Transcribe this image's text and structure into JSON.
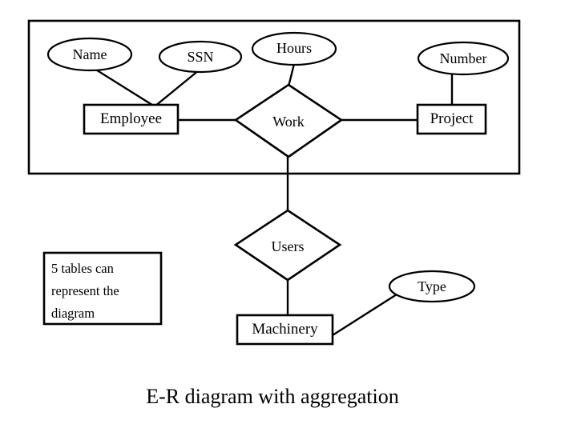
{
  "diagram": {
    "caption": "E-R diagram with aggregation",
    "note": {
      "line1": "5 tables can",
      "line2": "represent the",
      "line3": "diagram",
      "full_text": "5 tables can represent the diagram"
    },
    "aggregation_box_label": "",
    "entities": [
      {
        "id": "employee",
        "label": "Employee",
        "shape": "rectangle"
      },
      {
        "id": "project",
        "label": "Project",
        "shape": "rectangle"
      },
      {
        "id": "machinery",
        "label": "Machinery",
        "shape": "rectangle"
      }
    ],
    "relationships": [
      {
        "id": "work",
        "label": "Work",
        "shape": "diamond"
      },
      {
        "id": "users",
        "label": "Users",
        "shape": "diamond"
      }
    ],
    "attributes": [
      {
        "id": "name",
        "label": "Name",
        "shape": "ellipse",
        "attached_to": "employee"
      },
      {
        "id": "ssn",
        "label": "SSN",
        "shape": "ellipse",
        "attached_to": "employee"
      },
      {
        "id": "hours",
        "label": "Hours",
        "shape": "ellipse",
        "attached_to": "work"
      },
      {
        "id": "number",
        "label": "Number",
        "shape": "ellipse",
        "attached_to": "project"
      },
      {
        "id": "type",
        "label": "Type",
        "shape": "ellipse",
        "attached_to": "machinery"
      }
    ],
    "edges": [
      {
        "from": "name",
        "to": "employee"
      },
      {
        "from": "ssn",
        "to": "employee"
      },
      {
        "from": "hours",
        "to": "work"
      },
      {
        "from": "employee",
        "to": "work"
      },
      {
        "from": "work",
        "to": "project"
      },
      {
        "from": "number",
        "to": "project"
      },
      {
        "from": "aggregation",
        "to": "users"
      },
      {
        "from": "users",
        "to": "machinery"
      },
      {
        "from": "machinery",
        "to": "type"
      }
    ],
    "colors": {
      "stroke": "#000000",
      "fill": "#ffffff",
      "background": "#ffffff",
      "text": "#000000"
    }
  }
}
